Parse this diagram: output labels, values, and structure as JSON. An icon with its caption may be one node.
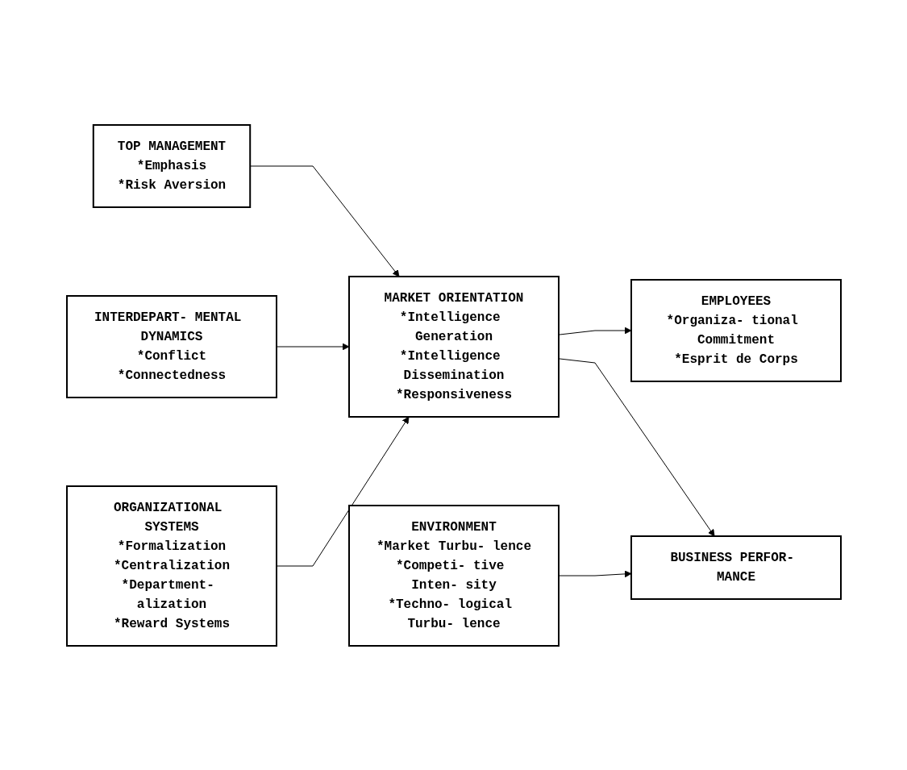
{
  "diagram": {
    "nodes": [
      {
        "text": [
          "TOP MANAGEMENT",
          "*Emphasis",
          "*Risk Aversion"
        ]
      },
      {
        "text": [
          "INTERDEPART- MENTAL DYNAMICS",
          "*Conflict",
          "*Connectedness"
        ]
      },
      {
        "text": [
          "ORGANIZATIONAL SYSTEMS",
          "*Formalization",
          "*Centralization",
          "*Department- alization",
          "*Reward Systems"
        ]
      },
      {
        "text": [
          "MARKET ORIENTATION",
          "*Intelligence Generation",
          "*Intelligence Dissemination",
          "*Responsiveness"
        ]
      },
      {
        "text": [
          "EMPLOYEES",
          "*Organiza- tional Commitment",
          "*Esprit de Corps"
        ]
      },
      {
        "text": [
          "ENVIRONMENT",
          "*Market Turbu- lence",
          "*Competi- tive Inten- sity",
          "*Techno- logical Turbu- lence"
        ]
      },
      {
        "text": [
          "BUSINESS PERFOR- MANCE"
        ]
      }
    ],
    "edges": [
      {
        "from": 0,
        "to": 3,
        "arrow": "to"
      },
      {
        "from": 1,
        "to": 3,
        "arrow": "to"
      },
      {
        "from": 2,
        "to": 3,
        "arrow": "to"
      },
      {
        "from": 3,
        "to": 4,
        "arrow": "to"
      },
      {
        "from": 3,
        "to": 6,
        "arrow": "to"
      },
      {
        "from": 5,
        "to": 6,
        "arrow": "to"
      }
    ]
  }
}
